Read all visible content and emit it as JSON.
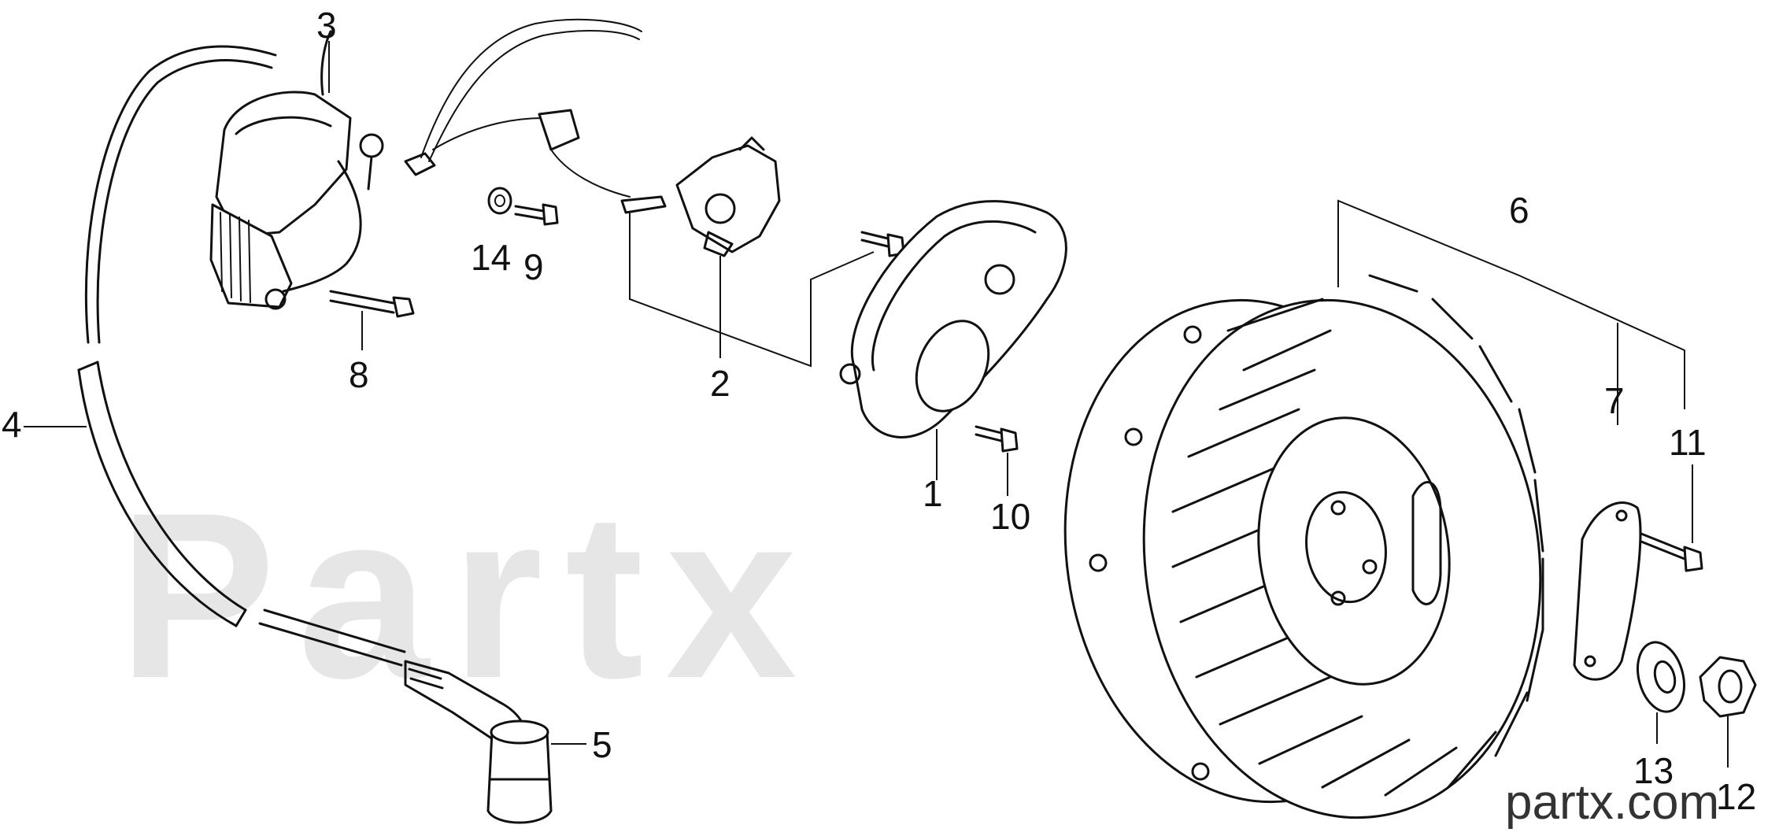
{
  "callouts": [
    {
      "id": "1",
      "text": "1"
    },
    {
      "id": "2",
      "text": "2"
    },
    {
      "id": "3",
      "text": "3"
    },
    {
      "id": "4",
      "text": "4"
    },
    {
      "id": "5",
      "text": "5"
    },
    {
      "id": "6",
      "text": "6"
    },
    {
      "id": "7",
      "text": "7"
    },
    {
      "id": "8",
      "text": "8"
    },
    {
      "id": "9",
      "text": "9"
    },
    {
      "id": "10",
      "text": "10"
    },
    {
      "id": "11",
      "text": "11"
    },
    {
      "id": "12",
      "text": "12"
    },
    {
      "id": "13",
      "text": "13"
    },
    {
      "id": "14",
      "text": "14"
    }
  ],
  "watermark": "Partx",
  "brand": "partx.com",
  "colors": {
    "ink": "#111111",
    "watermark": "#e6e6e6",
    "background": "#ffffff"
  }
}
